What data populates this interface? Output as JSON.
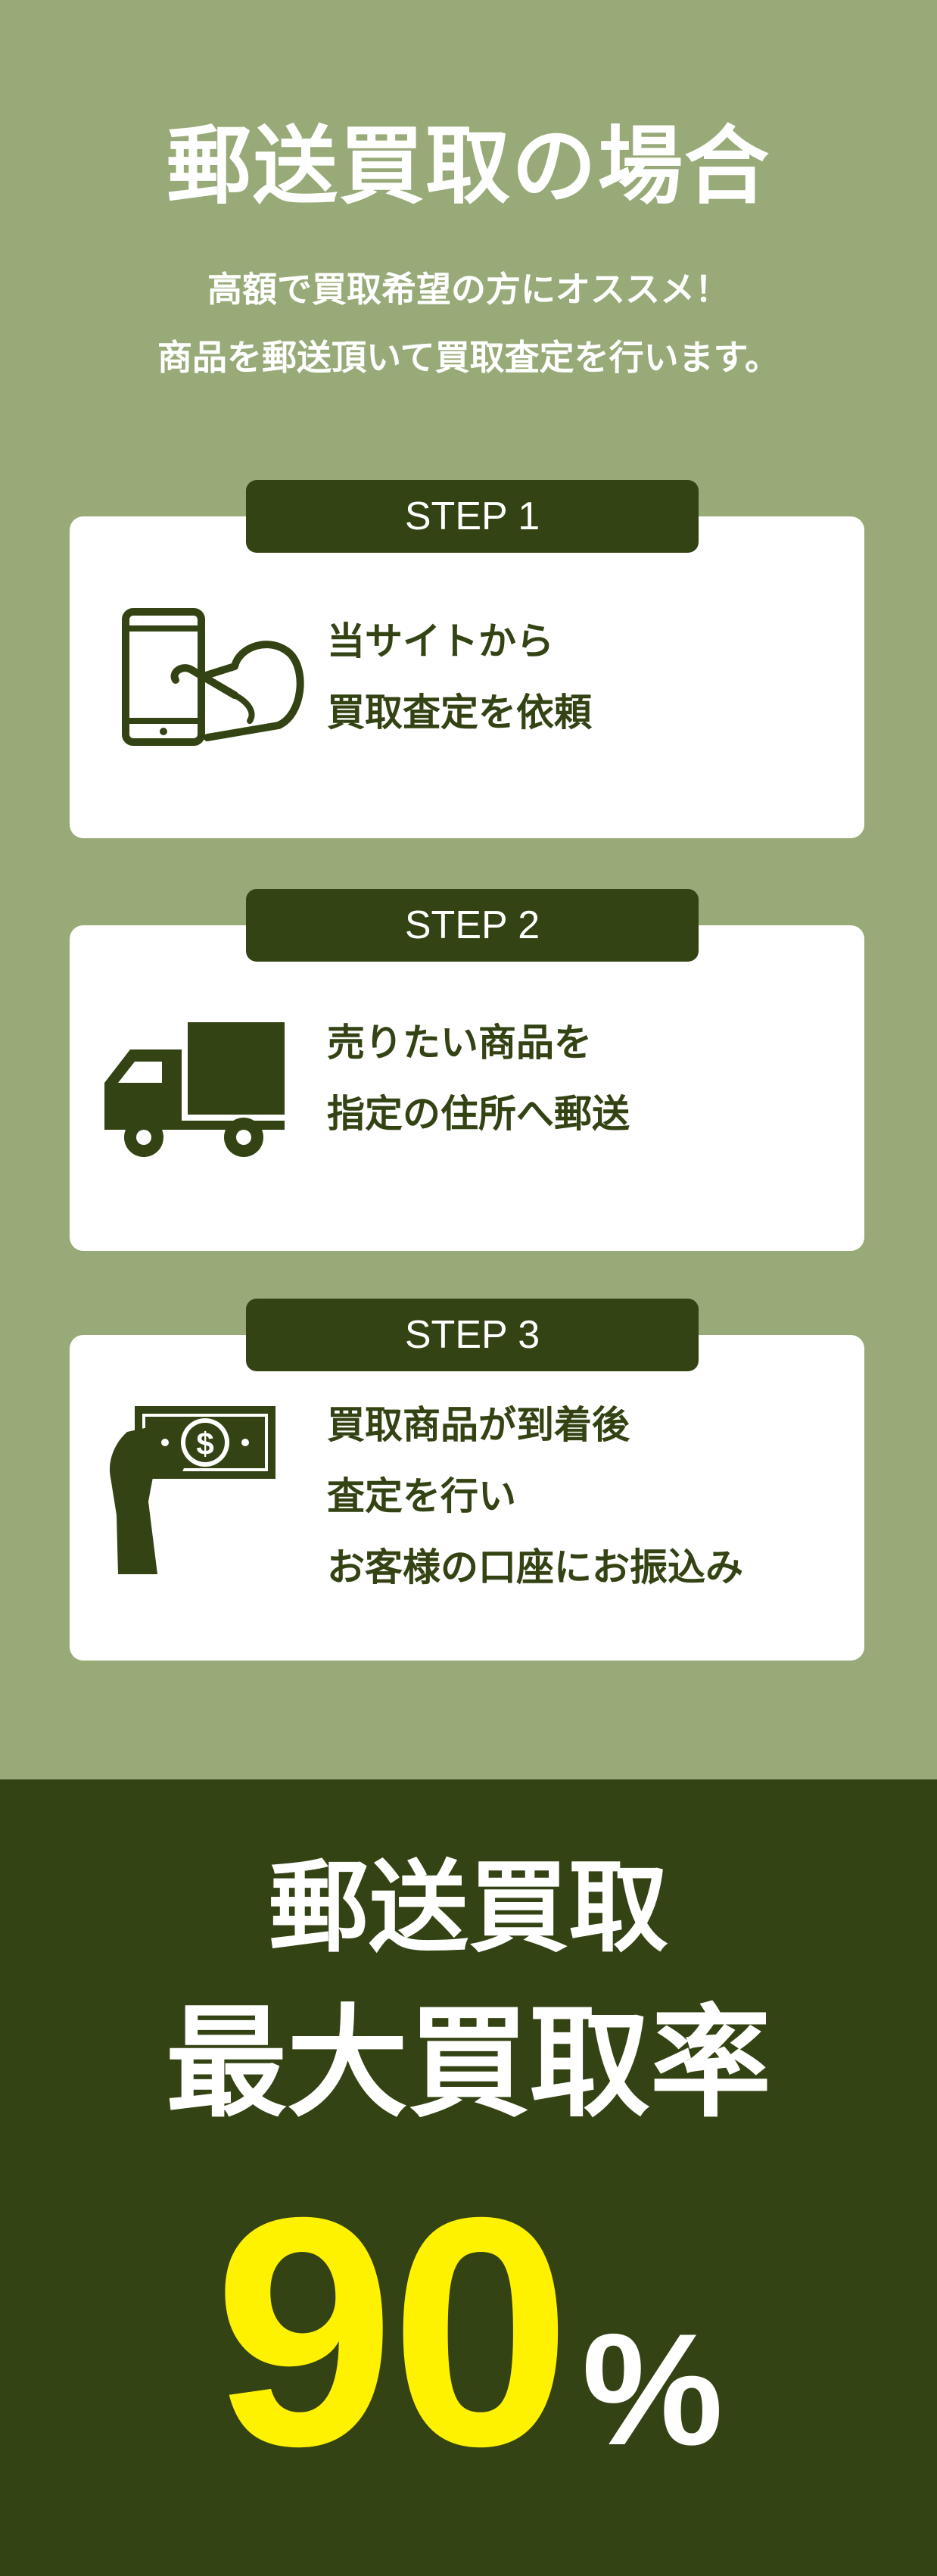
{
  "header": {
    "title": "郵送買取の場合",
    "intro_line1": "高額で買取希望の方にオススメ！",
    "intro_line2": "商品を郵送頂いて買取査定を行います。"
  },
  "steps": [
    {
      "label": "STEP 1",
      "icon": "smartphone-tap-icon",
      "lines": [
        "当サイトから",
        "買取査定を依頼"
      ]
    },
    {
      "label": "STEP 2",
      "icon": "delivery-truck-icon",
      "lines": [
        "売りたい商品を",
        "指定の住所へ郵送"
      ]
    },
    {
      "label": "STEP 3",
      "icon": "cash-payment-icon",
      "lines": [
        "買取商品が到着後",
        "査定を行い",
        "お客様の口座にお振込み"
      ]
    }
  ],
  "summary": {
    "line1": "郵送買取",
    "line2": "最大買取率",
    "rate_value": "90",
    "rate_unit": "%"
  },
  "colors": {
    "background_green": "#98aa78",
    "dark_green": "#344313",
    "highlight_yellow": "#fff200",
    "card_white": "#ffffff"
  }
}
